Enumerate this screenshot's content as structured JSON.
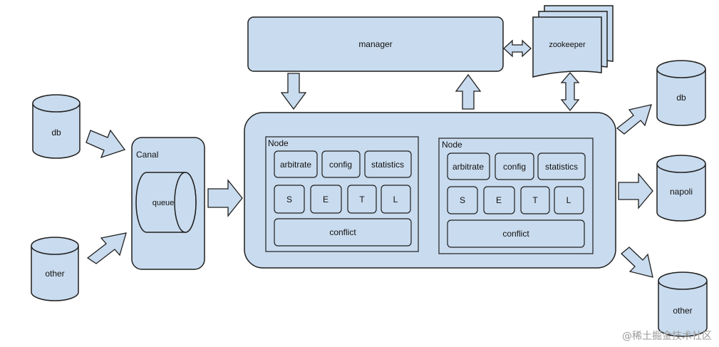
{
  "colors": {
    "fill": "#c9dbee",
    "stroke": "#1f1f1f",
    "background": "#ffffff"
  },
  "labels": {
    "manager": "manager",
    "zookeeper": "zookeeper",
    "canal": "Canal",
    "queue": "queue",
    "sources": [
      "db",
      "other"
    ],
    "targets": [
      "db",
      "napoli",
      "other"
    ]
  },
  "nodes": [
    {
      "title": "Node",
      "top": [
        "arbitrate",
        "config",
        "statistics"
      ],
      "setl": [
        "S",
        "E",
        "T",
        "L"
      ],
      "bottom": "conflict"
    },
    {
      "title": "Node",
      "top": [
        "arbitrate",
        "config",
        "statistics"
      ],
      "setl": [
        "S",
        "E",
        "T",
        "L"
      ],
      "bottom": "conflict"
    }
  ],
  "watermark": "@稀土掘金技术社区"
}
